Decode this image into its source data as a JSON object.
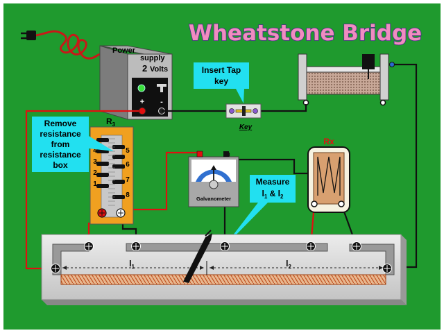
{
  "title": "Wheatstone Bridge",
  "power_supply": {
    "line1": "Power",
    "line2": "supply",
    "voltage": "2",
    "unit": "Volts",
    "plus": "+",
    "minus": "-"
  },
  "key": {
    "callout_line1": "Insert Tap",
    "callout_line2": "key",
    "label": "Key"
  },
  "resistance_box": {
    "label": "R",
    "subscript": "3",
    "callout": [
      "Remove",
      "resistance",
      "from",
      "resistance",
      "box"
    ],
    "numbers": [
      "1",
      "2",
      "3",
      "4",
      "5",
      "6",
      "7",
      "8"
    ]
  },
  "galvanometer": {
    "label": "Galvanometer"
  },
  "unknown_resistor": {
    "label": "Rx"
  },
  "measure_callout": {
    "line1": "Measure",
    "l1": "l",
    "s1": "1",
    "amp": "&",
    "l2": "l",
    "s2": "2"
  },
  "meter_bridge": {
    "l1": "l",
    "s1": "1",
    "l2": "l",
    "s2": "2"
  },
  "colors": {
    "background": "#1f9a2e",
    "callout": "#22e0f0",
    "wire_red": "#e01010",
    "wire_black": "#111111",
    "base": "#dcdcdc",
    "board": "#f0a020"
  }
}
